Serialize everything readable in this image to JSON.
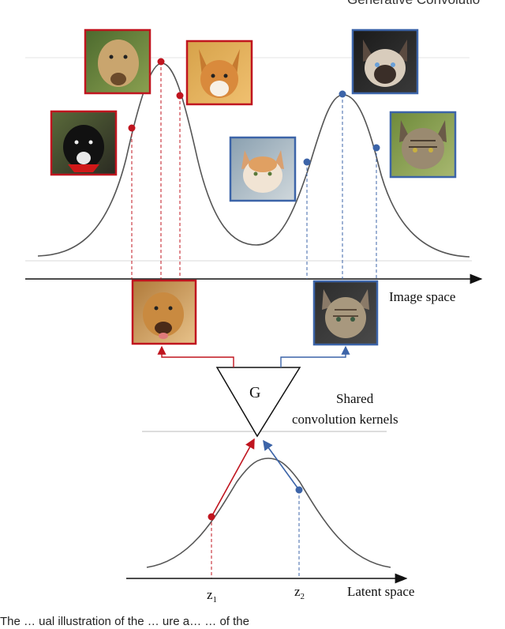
{
  "header": {
    "running_title": "Generative Convolutio"
  },
  "figure": {
    "image_space_label": "Image space",
    "generator_label": "G",
    "shared_label_line1": "Shared",
    "shared_label_line2": "convolution kernels",
    "latent_space_label": "Latent space",
    "z1_base": "z",
    "z1_sub": "1",
    "z2_base": "z",
    "z2_sub": "2",
    "colors": {
      "dog": "#c0151f",
      "cat": "#3c64a8",
      "curve": "#555555"
    },
    "thumbnails": [
      {
        "id": "dog-black",
        "class": "dog"
      },
      {
        "id": "dog-yellow-lab",
        "class": "dog"
      },
      {
        "id": "dog-corgi",
        "class": "dog"
      },
      {
        "id": "dog-golden-retriever",
        "class": "dog"
      },
      {
        "id": "cat-orange-white",
        "class": "cat"
      },
      {
        "id": "cat-siamese",
        "class": "cat"
      },
      {
        "id": "cat-tabby",
        "class": "cat"
      },
      {
        "id": "cat-tabby-kitten",
        "class": "cat"
      }
    ]
  },
  "caption": {
    "text": "The … ual illustration of the … ure a… … of the"
  }
}
